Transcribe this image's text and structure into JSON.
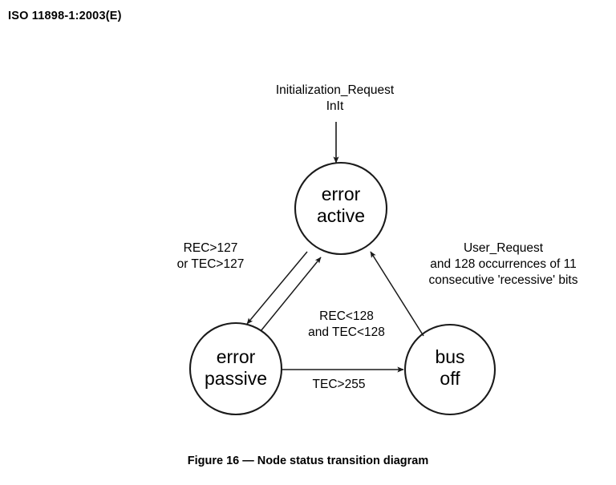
{
  "document": {
    "header": "ISO 11898-1:2003(E)",
    "caption": "Figure 16 — Node status transition diagram"
  },
  "diagram": {
    "type": "state-transition",
    "title": "Node status transition diagram",
    "stroke_color": "#1a1a1a",
    "fill_color": "#ffffff",
    "states": [
      {
        "id": "error-active",
        "line1": "error",
        "line2": "active"
      },
      {
        "id": "error-passive",
        "line1": "error",
        "line2": "passive"
      },
      {
        "id": "bus-off",
        "line1": "bus",
        "line2": "off"
      }
    ],
    "transitions": [
      {
        "id": "init",
        "from": "(start)",
        "to": "error-active",
        "label_line1": "Initialization_Request",
        "label_line2": "InIt"
      },
      {
        "id": "active-to-passive",
        "from": "error-active",
        "to": "error-passive",
        "label_line1": "REC>127",
        "label_line2": "or TEC>127"
      },
      {
        "id": "passive-to-active",
        "from": "error-passive",
        "to": "error-active",
        "label_line1": "REC<128",
        "label_line2": "and TEC<128"
      },
      {
        "id": "passive-to-bus-off",
        "from": "error-passive",
        "to": "bus-off",
        "label_line1": "TEC>255"
      },
      {
        "id": "bus-off-to-active",
        "from": "bus-off",
        "to": "error-active",
        "label_line1": "User_Request",
        "label_line2": "and 128 occurrences of 11",
        "label_line3": "consecutive 'recessive' bits"
      }
    ]
  }
}
